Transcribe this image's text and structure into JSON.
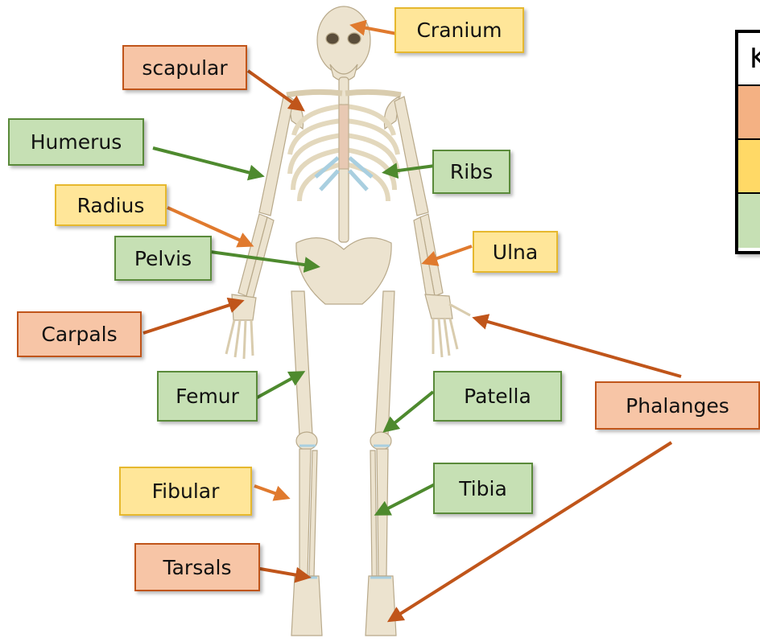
{
  "labels": {
    "cranium": "Cranium",
    "scapular": "scapular",
    "humerus": "Humerus",
    "ribs": "Ribs",
    "radius": "Radius",
    "pelvis": "Pelvis",
    "ulna": "Ulna",
    "carpals": "Carpals",
    "femur": "Femur",
    "patella": "Patella",
    "phalanges": "Phalanges",
    "fibular": "Fibular",
    "tibia": "Tibia",
    "tarsals": "Tarsals"
  },
  "label_colors": {
    "cranium": "yellow",
    "scapular": "orange",
    "humerus": "green",
    "ribs": "green",
    "radius": "yellow",
    "pelvis": "green",
    "ulna": "yellow",
    "carpals": "orange",
    "femur": "green",
    "patella": "green",
    "phalanges": "orange",
    "fibular": "yellow",
    "tibia": "green",
    "tarsals": "orange"
  },
  "key": {
    "title_partial": "K",
    "rows": [
      "#f4b183",
      "#ffd966",
      "#c6e0b4"
    ]
  },
  "colors": {
    "orange_fill": "#f7c5a6",
    "orange_border": "#c0551a",
    "yellow_fill": "#ffe699",
    "yellow_border": "#e6b82e",
    "green_fill": "#c6e0b4",
    "green_border": "#5a8a3a",
    "arrow_orange": "#e07a2e",
    "arrow_dark_orange": "#c0551a",
    "arrow_green": "#4e8a2e",
    "bone": "#ece3cf",
    "cartilage": "#a9cfe0"
  }
}
